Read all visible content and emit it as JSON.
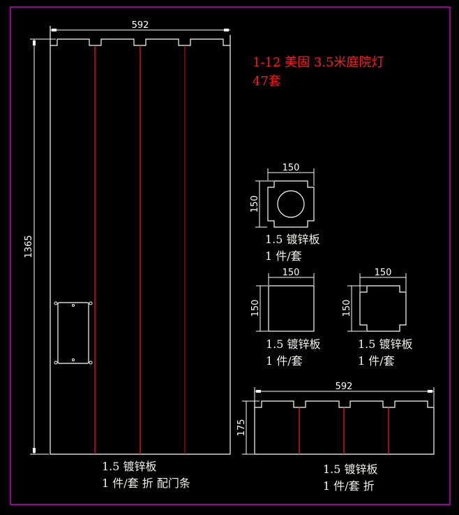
{
  "title": {
    "line1": "1-12 美固 3.5米庭院灯",
    "line2": "47套"
  },
  "door_panel": {
    "width_dim": "592",
    "height_dim": "1365",
    "label1": "1.5 镀锌板",
    "label2": "1 件/套 折 配门条"
  },
  "top_plate": {
    "width_dim": "150",
    "height_dim": "150",
    "label1": "1.5 镀锌板",
    "label2": "1 件/套"
  },
  "square_plate": {
    "width_dim": "150",
    "height_dim": "150",
    "label1": "1.5 镀锌板",
    "label2": "1 件/套"
  },
  "notched_plate": {
    "width_dim": "150",
    "height_dim": "150",
    "label1": "1.5 镀锌板",
    "label2": "1 件/套"
  },
  "bottom_panel": {
    "width_dim": "592",
    "height_dim": "175",
    "label1": "1.5 镀锌板",
    "label2": "1 件/套 折"
  },
  "colors": {
    "background": "#000000",
    "frame": "#ff00ff",
    "fold_line": "#ff1010",
    "title": "#ff1a1a"
  }
}
